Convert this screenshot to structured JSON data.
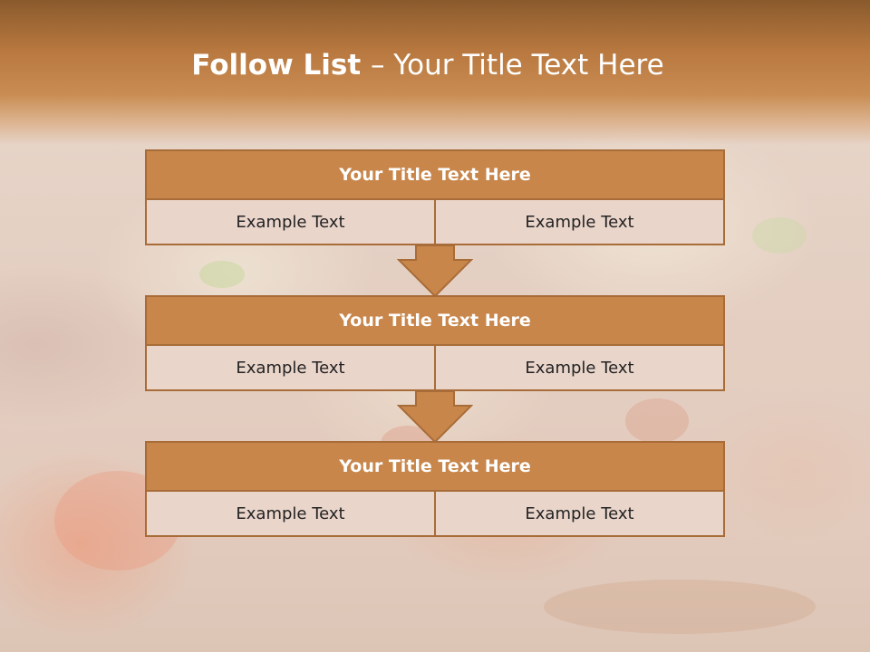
{
  "slide": {
    "title_bold": "Follow List ",
    "title_rest": " – Your Title Text Here"
  },
  "steps": [
    {
      "title": "Your Title Text Here",
      "left": "Example Text",
      "right": "Example Text"
    },
    {
      "title": "Your Title Text Here",
      "left": "Example Text",
      "right": "Example Text"
    },
    {
      "title": "Your Title Text Here",
      "left": "Example Text",
      "right": "Example Text"
    }
  ],
  "colors": {
    "header": "#c8864b",
    "cell": "#ead5cb",
    "border": "#a86c38"
  }
}
